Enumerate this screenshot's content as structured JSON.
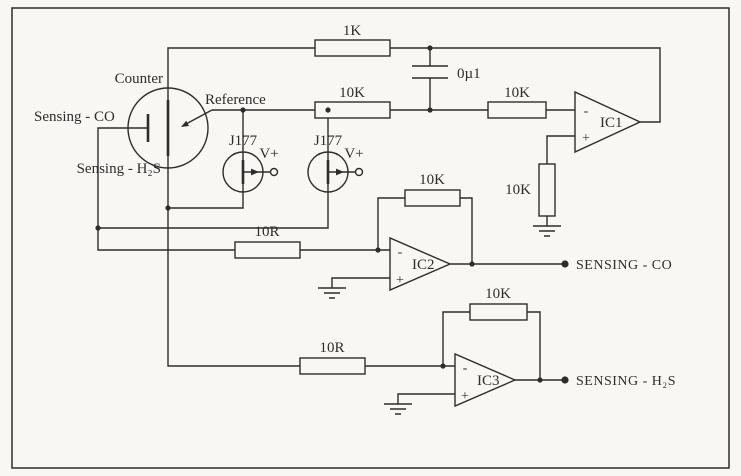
{
  "colors": {
    "background": "#f8f7f4",
    "ink": "#2d2d2d"
  },
  "sensor": {
    "counter_label": "Counter",
    "reference_label": "Reference",
    "sensing_co_label": "Sensing - CO",
    "sensing_h2s_label": "Sensing - H₂S"
  },
  "transistors": {
    "q1": {
      "part": "J177",
      "supply": "V+"
    },
    "q2": {
      "part": "J177",
      "supply": "V+"
    }
  },
  "passives": {
    "r_feedback_top": "1K",
    "r_reference": "10K",
    "r_ic1_input": "10K",
    "r_ic1_noninv": "10K",
    "c_filter": "0µ1",
    "r_ic2_feedback": "10K",
    "r_ic2_input": "10R",
    "r_ic3_feedback": "10K",
    "r_ic3_input": "10R"
  },
  "opamps": {
    "ic1": {
      "name": "IC1",
      "inv": "-",
      "noninv": "+"
    },
    "ic2": {
      "name": "IC2",
      "inv": "-",
      "noninv": "+"
    },
    "ic3": {
      "name": "IC3",
      "inv": "-",
      "noninv": "+"
    }
  },
  "outputs": {
    "co": "SENSING - CO",
    "h2s": "SENSING - H₂S"
  }
}
